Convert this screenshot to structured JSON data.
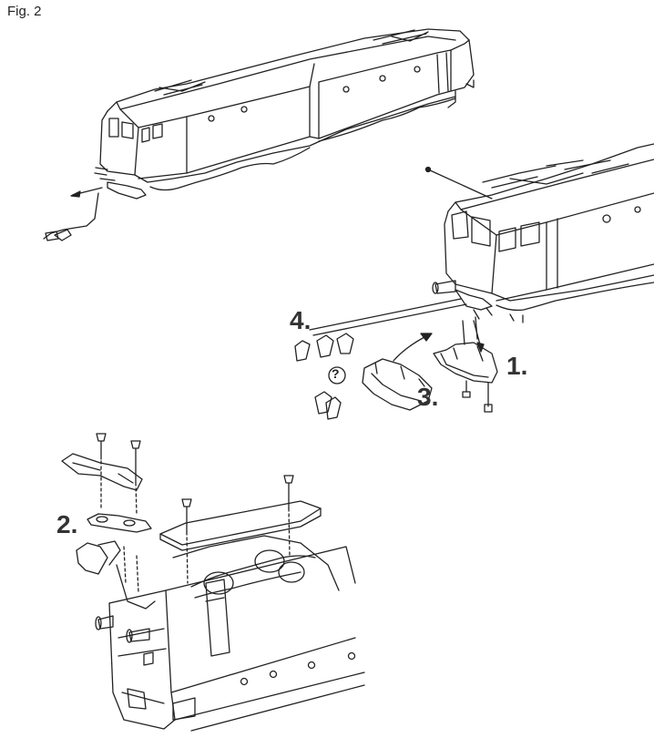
{
  "figure": {
    "label": "Fig. 2"
  },
  "steps": [
    {
      "label": "1."
    },
    {
      "label": "2."
    },
    {
      "label": "3."
    },
    {
      "label": "4."
    }
  ],
  "callouts": {
    "question": "?"
  },
  "colors": {
    "ink": "#222222",
    "step_text": "#333333",
    "background": "#ffffff"
  },
  "icons": [
    "locomotive",
    "coupler-hook",
    "screw",
    "arrow",
    "question-mark-icon"
  ]
}
